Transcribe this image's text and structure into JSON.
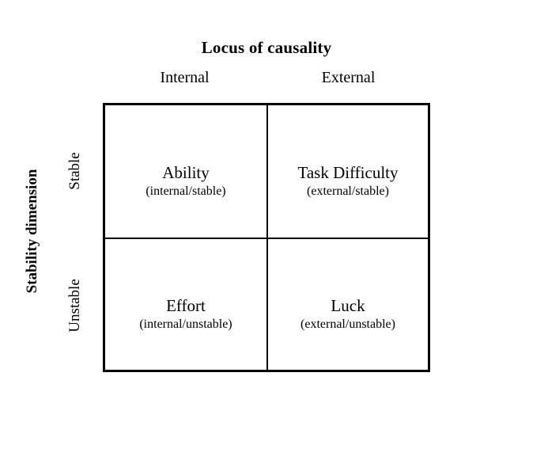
{
  "figure": {
    "top_axis_title": "Locus of causality",
    "left_axis_title": "Stability dimension",
    "columns": [
      {
        "label": "Internal"
      },
      {
        "label": "External"
      }
    ],
    "rows": [
      {
        "label": "Stable"
      },
      {
        "label": "Unstable"
      }
    ],
    "cells": [
      {
        "title": "Ability",
        "sub": "(internal/stable)"
      },
      {
        "title": "Task Difficulty",
        "sub": "(external/stable)"
      },
      {
        "title": "Effort",
        "sub": "(internal/unstable)"
      },
      {
        "title": "Luck",
        "sub": "(external/unstable)"
      }
    ],
    "colors": {
      "background": "#ffffff",
      "line": "#000000",
      "text": "#000000"
    }
  }
}
